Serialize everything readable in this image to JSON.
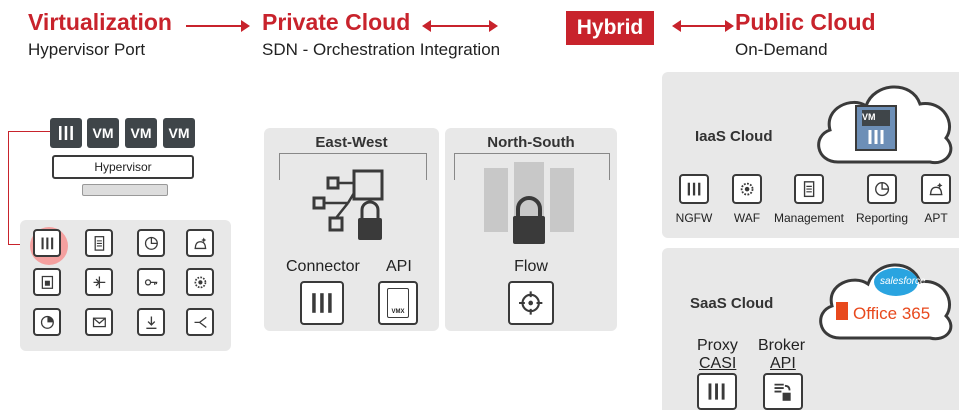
{
  "headers": {
    "virtualization": {
      "title": "Virtualization",
      "subtitle": "Hypervisor Port"
    },
    "private_cloud": {
      "title": "Private Cloud",
      "subtitle": "SDN - Orchestration Integration"
    },
    "hybrid": {
      "title": "Hybrid"
    },
    "public_cloud": {
      "title": "Public Cloud",
      "subtitle": "On-Demand"
    }
  },
  "virtualization_panel": {
    "vm_labels": [
      "VM",
      "VM",
      "VM"
    ],
    "hypervisor_label": "Hypervisor",
    "grid_icons": [
      "firewall-icon",
      "document-icon",
      "reporting-icon",
      "apt-icon",
      "device-icon",
      "branch-icon",
      "key-icon",
      "gear-icon",
      "pie-icon",
      "mail-icon",
      "download-icon",
      "split-icon"
    ]
  },
  "east_west": {
    "title": "East-West",
    "connector_label": "Connector",
    "api_label": "API",
    "api_icon_text": "VMX"
  },
  "north_south": {
    "title": "North-South",
    "flow_label": "Flow"
  },
  "iaas": {
    "title": "IaaS Cloud",
    "cloud_vm_label": "VM",
    "items": [
      {
        "label": "NGFW",
        "icon": "firewall-icon"
      },
      {
        "label": "WAF",
        "icon": "gear-icon"
      },
      {
        "label": "Management",
        "icon": "document-icon"
      },
      {
        "label": "Reporting",
        "icon": "reporting-icon"
      },
      {
        "label": "APT",
        "icon": "apt-icon"
      }
    ]
  },
  "saas": {
    "title": "SaaS Cloud",
    "salesforce": "salesforce",
    "office365": "Office 365",
    "proxy_label": "Proxy",
    "casi_label": "CASI",
    "broker_label": "Broker",
    "broker_api_label": "API"
  },
  "colors": {
    "accent": "#c8232c",
    "panel": "#e8e8e8",
    "dark": "#3f4549",
    "office": "#e8491d",
    "salesforce": "#2aa4e0"
  }
}
